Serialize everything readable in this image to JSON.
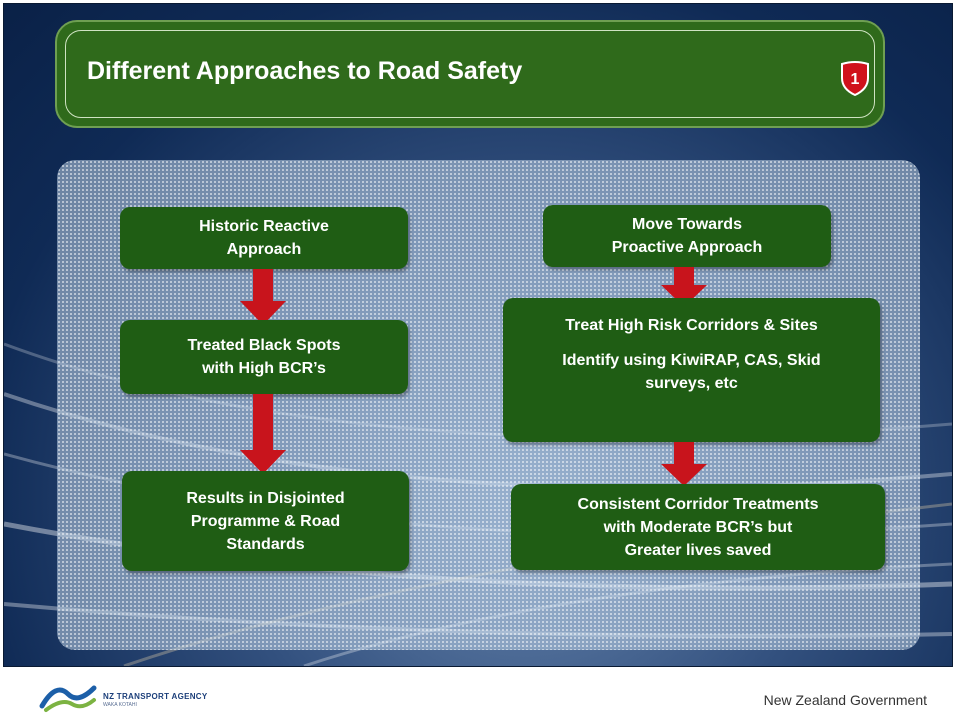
{
  "slide": {
    "title": "Different Approaches to Road Safety",
    "shield_number": "1"
  },
  "left_column": [
    {
      "lines": [
        "Historic Reactive",
        "Approach"
      ]
    },
    {
      "lines": [
        "Treated Black Spots",
        "with High BCR’s"
      ]
    },
    {
      "lines": [
        "Results in Disjointed",
        "Programme & Road",
        "Standards"
      ]
    }
  ],
  "right_column": [
    {
      "lines": [
        "Move Towards",
        "Proactive Approach"
      ]
    },
    {
      "lines": [
        "Treat High Risk Corridors & Sites",
        "Identify using KiwiRAP, CAS, Skid",
        "surveys, etc"
      ]
    },
    {
      "lines": [
        "Consistent Corridor Treatments",
        "with Moderate BCR’s but",
        "Greater lives saved"
      ]
    }
  ],
  "footer": {
    "agency_name": "NZ TRANSPORT AGENCY",
    "agency_sub": "WAKA KOTAHI",
    "government": "New Zealand Government"
  },
  "colors": {
    "box_green": "#1f5d14",
    "title_green": "#2f6a1b",
    "arrow_red": "#c8141c",
    "shield_red": "#d0121b"
  }
}
